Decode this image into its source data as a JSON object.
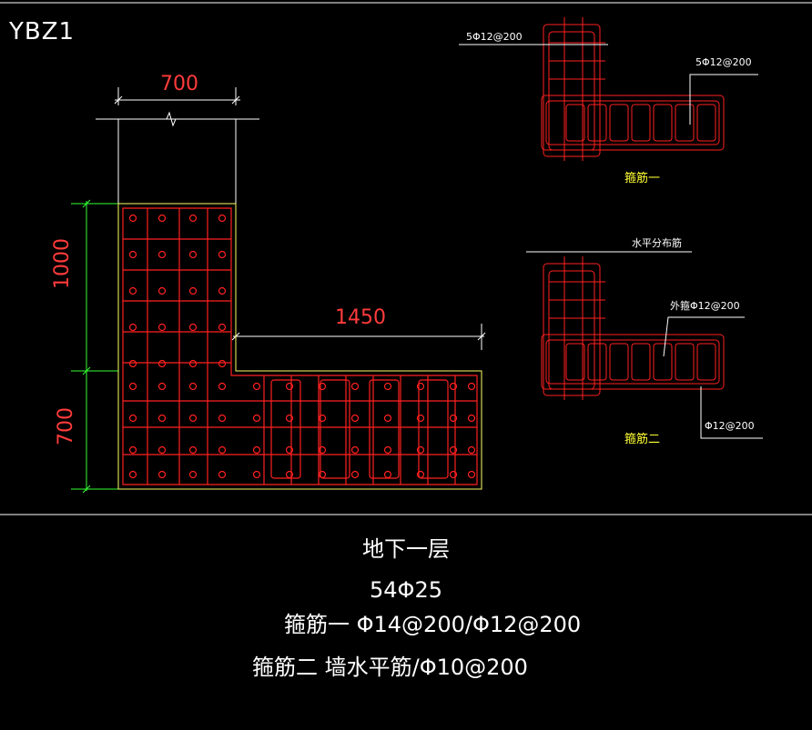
{
  "drawing_title": "YBZ1",
  "dimensions": {
    "top_width": "700",
    "height_upper": "1000",
    "height_lower": "700",
    "leg_length": "1450"
  },
  "detail_one": {
    "label_top": "5Φ12@200",
    "label_right": "5Φ12@200",
    "caption": "箍筋一"
  },
  "detail_two": {
    "label_top": "水平分布筋",
    "label_middle": "外箍Φ12@200",
    "label_bottom": "Φ12@200",
    "caption": "箍筋二"
  },
  "annotation": {
    "floor": "地下一层",
    "main_bars": "54Φ25",
    "stirrup_one": "箍筋一 Φ14@200/Φ12@200",
    "stirrup_two": "箍筋二 墙水平筋/Φ10@200"
  },
  "colors": {
    "background": "#000000",
    "rebar": "#ff2020",
    "outline": "#ffff66",
    "dimension_line": "#33ff33",
    "text_white": "#ffffff",
    "dimension_text": "#ff3b3b",
    "caption": "#ffff33"
  }
}
